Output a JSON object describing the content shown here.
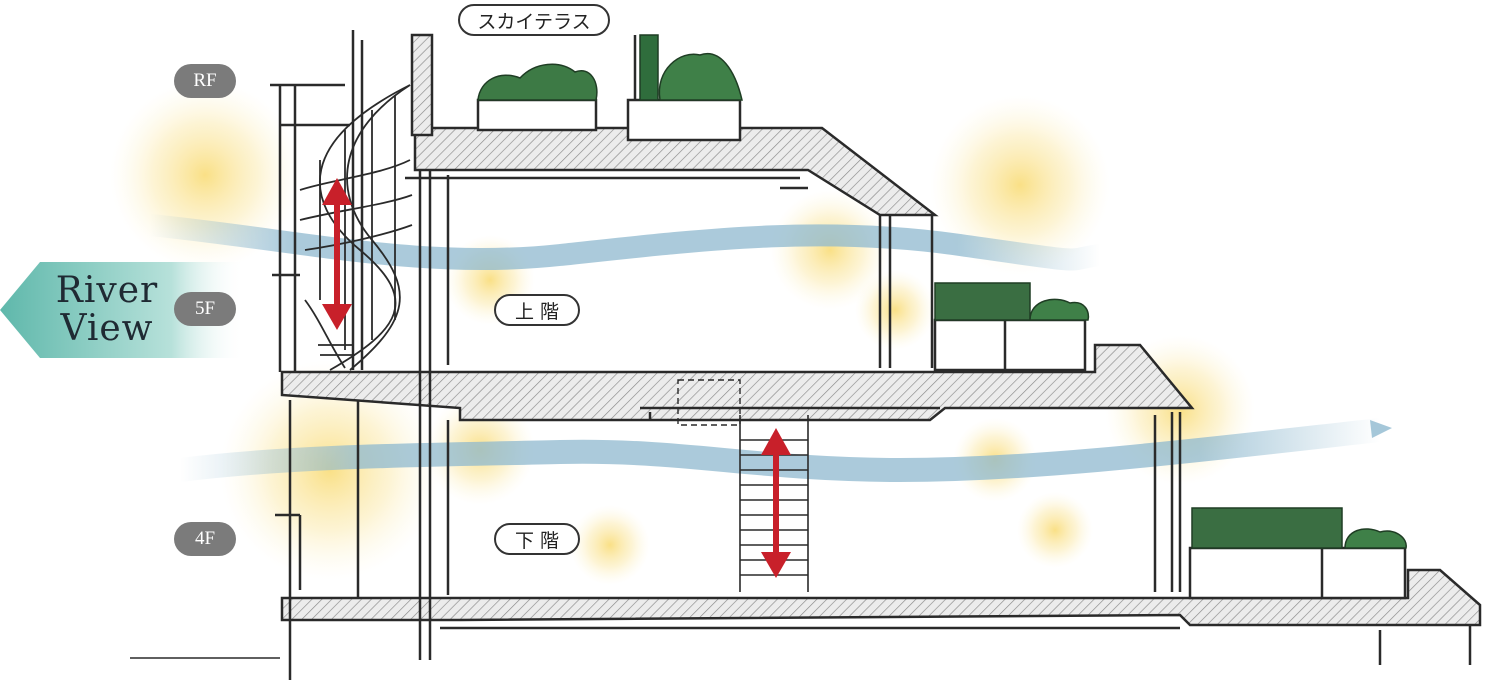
{
  "floors": {
    "rf": "RF",
    "f5": "5F",
    "f4": "4F"
  },
  "labels": {
    "sky_terrace": "スカイテラス",
    "upper_floor": "上 階",
    "lower_floor": "下 階"
  },
  "river_view": {
    "line1": "River",
    "line2": "View"
  },
  "colors": {
    "line": "#2a2a2a",
    "hatch": "#8a8a8a",
    "slab_fill": "#ebebeb",
    "glow": "#f6d35a",
    "airflow": "#8fb9cf",
    "arrow": "#c8202a",
    "plant_dark": "#2f6d3c",
    "plant_light": "#5c9a58",
    "badge": "#7b7b7b",
    "river_arrow": "#6fbfb2"
  }
}
